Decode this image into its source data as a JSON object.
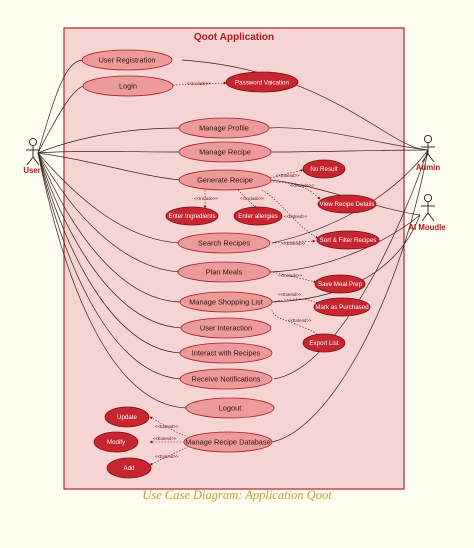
{
  "system": {
    "title": "Qoot Application"
  },
  "actors": {
    "user": "User",
    "admin": "Admin",
    "ai": "AI Moudle"
  },
  "use_cases": {
    "registration": "User Registration",
    "login": "Login",
    "password": "Password Vaication",
    "profile": "Manage Profile",
    "recipe": "Manage Recipe",
    "generate": "Generate Recipe",
    "noresult": "No Result",
    "viewdetails": "View Recipe Details",
    "ingredients": "Enter Ingredients",
    "allergies": "Enter allergies",
    "sortfilter": "Sort & Filter Recipes",
    "search": "Search Recipes",
    "plan": "Plan Meals",
    "saveprep": "Save Meal Prep",
    "shopping": "Manage Shopping List",
    "markpurchased": "Mark as Purchased",
    "exportlist": "Export List",
    "interaction": "User Interaction",
    "interact": "Interact with Recipes",
    "notifications": "Receive Notifications",
    "logout": "Logout",
    "update": "Update",
    "modify": "Modify",
    "add": "Add",
    "database": "Manage Recipe Database"
  },
  "relations": {
    "include": "<<Include>>",
    "extend": "<<Extend>>"
  },
  "caption": "Use Case Diagram: Application Qoot"
}
